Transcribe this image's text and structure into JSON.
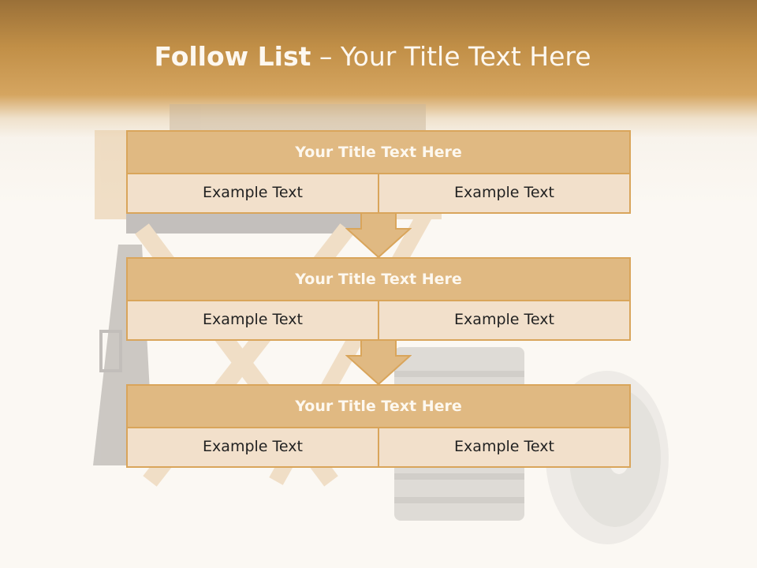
{
  "slide": {
    "title_bold": "Follow List",
    "title_rest": "  – Your Title Text Here",
    "blocks": [
      {
        "title": "Your Title Text Here",
        "cells": [
          "Example Text",
          "Example Text"
        ]
      },
      {
        "title": "Your Title Text Here",
        "cells": [
          "Example Text",
          "Example Text"
        ]
      },
      {
        "title": "Your Title Text Here",
        "cells": [
          "Example Text",
          "Example Text"
        ]
      }
    ]
  },
  "colors": {
    "header_gradient": "#c18f47",
    "block_header": "#e0b982",
    "block_cell": "#f2e0cb",
    "border": "#d9a55b"
  }
}
